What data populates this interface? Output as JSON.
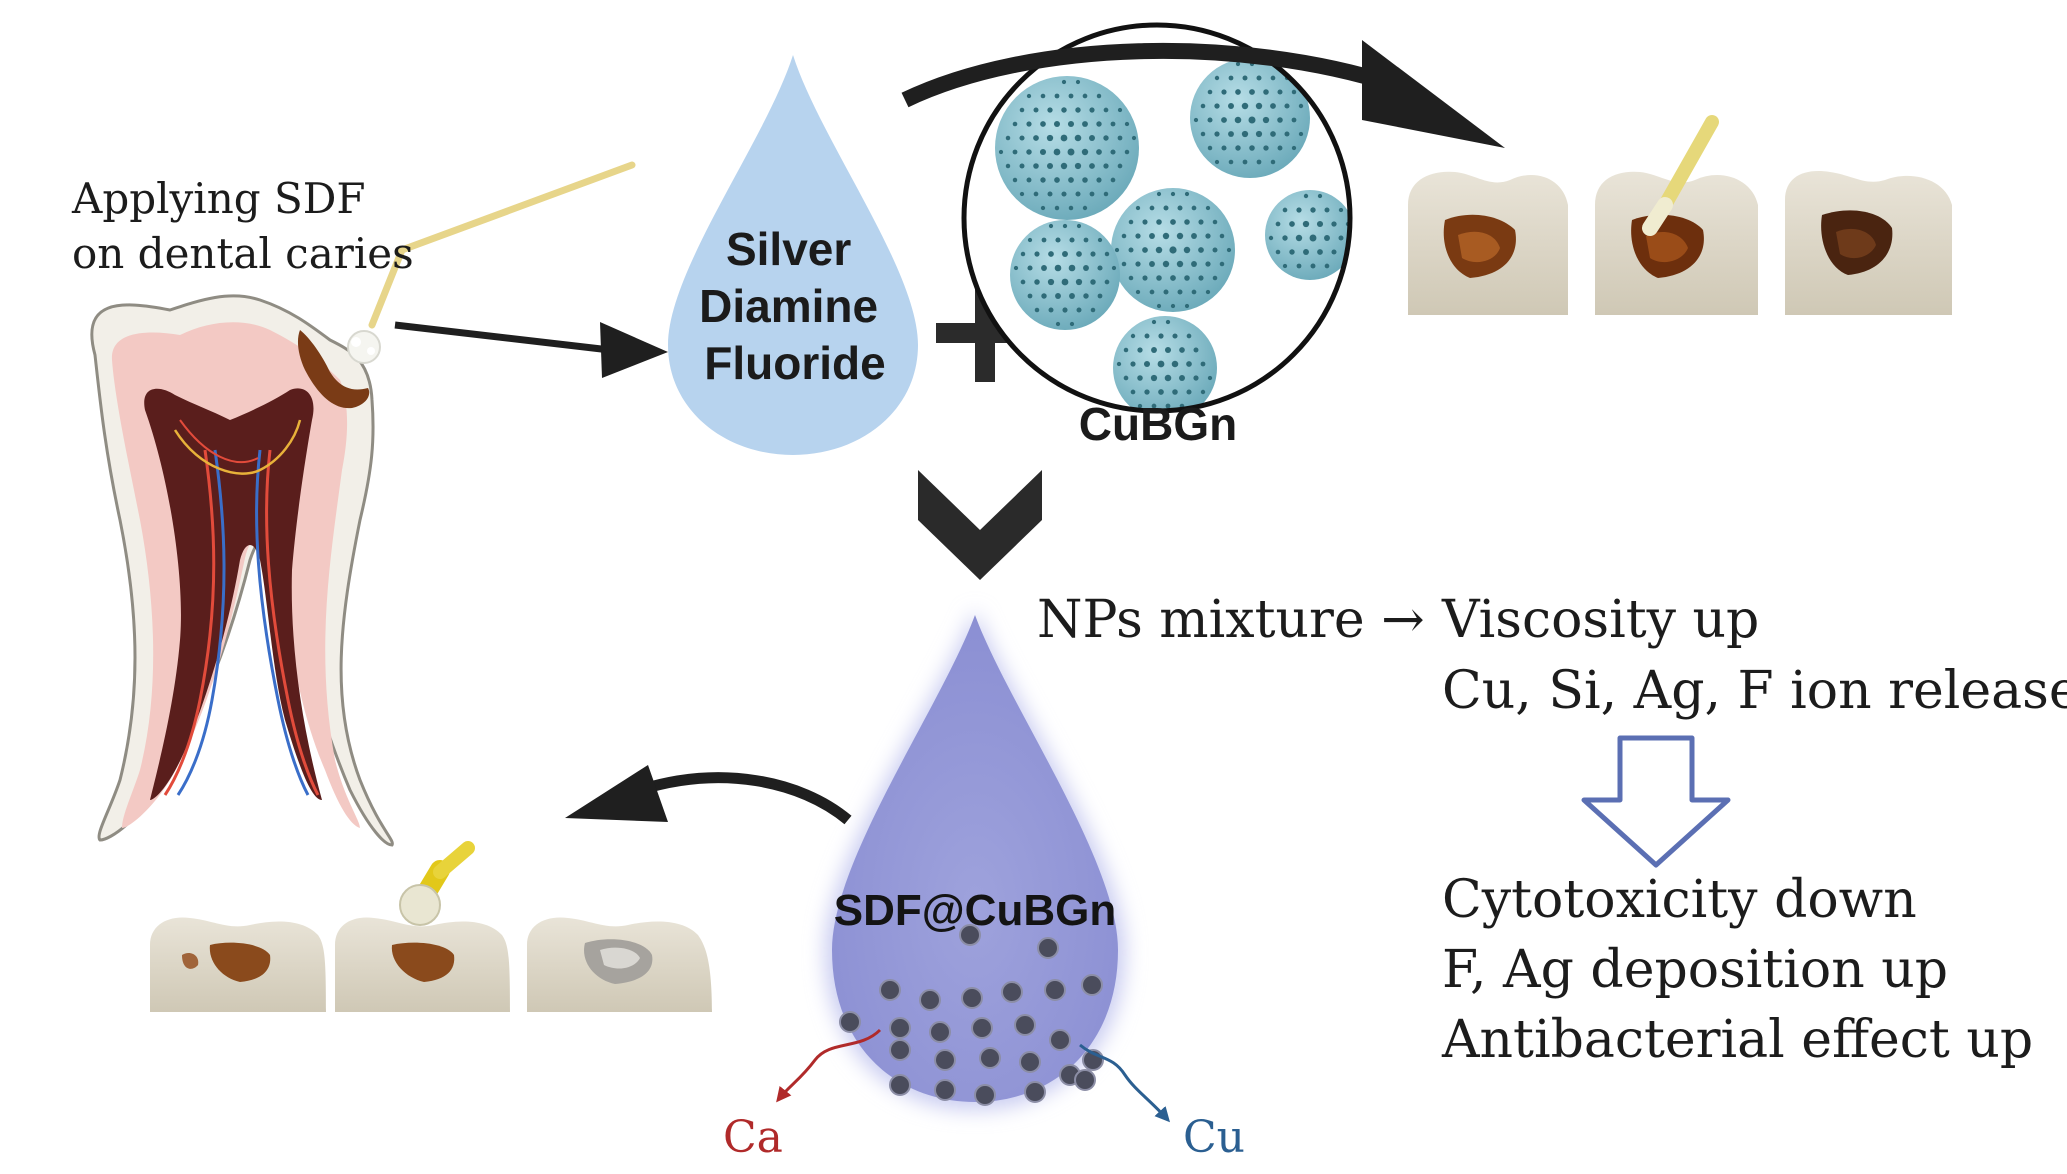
{
  "diagram": {
    "caption_applying": [
      "Applying SDF",
      "on dental caries"
    ],
    "sdf_drop": {
      "lines": [
        "Silver",
        "Diamine",
        "Fluoride"
      ]
    },
    "plus_symbol": "+",
    "nanoparticles_label": "CuBGn",
    "composite_label": "SDF@CuBGn",
    "ion_release": {
      "ca": "Ca",
      "cu": "Cu"
    },
    "mixture_prefix": "NPs mixture →",
    "effects_primary": [
      "Viscosity up",
      "Cu, Si, Ag, F ion release"
    ],
    "effects_secondary": [
      "Cytotoxicity down",
      "F, Ag deposition up",
      "Antibacterial effect up"
    ],
    "colors": {
      "sdf_drop": "#b7d3ee",
      "composite_drop": "#9fa3dc",
      "sphere": "#7fbccb",
      "sphere_dot": "#2f6b78",
      "ca": "#b02a2a",
      "cu": "#2b5f91",
      "hollow_arrow": "#5b6fb3",
      "dark_arrow": "#1f1f1f"
    },
    "icons": [
      "tooth-cross-section-icon",
      "applicator-icon",
      "nanoparticle-sphere-icon",
      "tooth-photo-icon",
      "chevron-down-icon",
      "hollow-down-arrow-icon",
      "curved-arrow-icon"
    ]
  }
}
